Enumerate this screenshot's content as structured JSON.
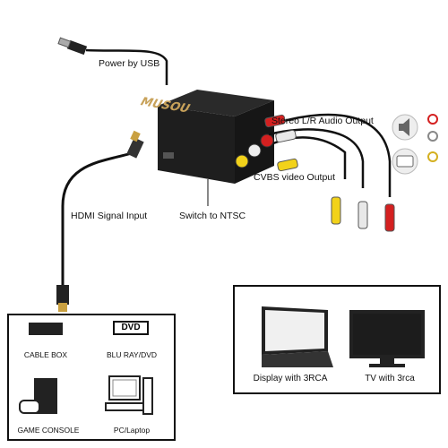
{
  "brand": "MUSOU",
  "labels": {
    "power": "Power by USB",
    "audio": "Stereo L/R Audio Output",
    "video": "CVBS video Output",
    "hdmi": "HDMI Signal Input",
    "ntsc": "Switch to NTSC"
  },
  "sources": {
    "cable_box": "CABLE BOX",
    "dvd_badge": "DVD",
    "blu_ray": "BLU RAY/DVD",
    "game_console": "GAME CONSOLE",
    "pc": "PC/Laptop"
  },
  "displays": {
    "monitor": "Display with 3RCA",
    "tv": "TV with 3rca"
  },
  "colors": {
    "rca_red": "#d42020",
    "rca_white": "#e8e8e8",
    "rca_yellow": "#f2d21a",
    "device_body": "#1e1e1e",
    "brand_text": "#c8a25a"
  }
}
